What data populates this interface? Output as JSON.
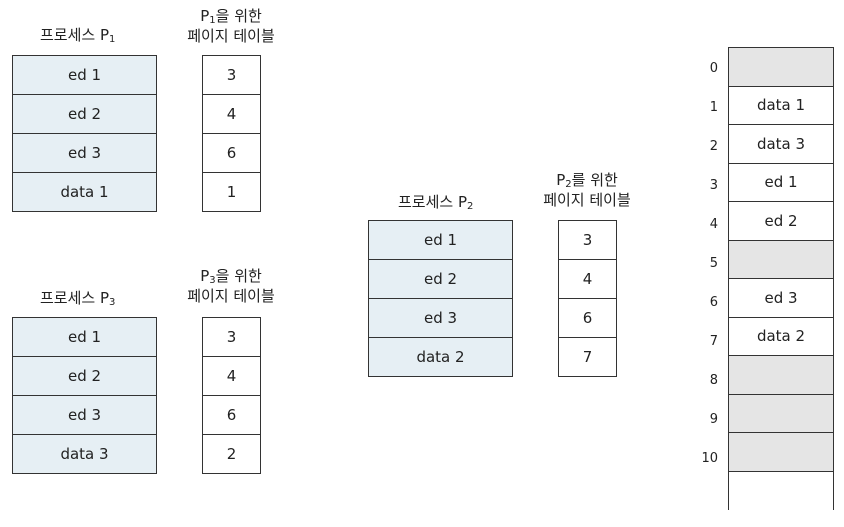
{
  "processes": [
    {
      "id": "p1",
      "title_prefix": "프로세스 P",
      "title_sub": "1",
      "pages": [
        "ed 1",
        "ed 2",
        "ed 3",
        "data 1"
      ],
      "table_title_prefix": "P",
      "table_title_sub": "1",
      "table_title_line1_suffix": "을 위한",
      "table_title_line2": "페이지 테이블",
      "frames": [
        "3",
        "4",
        "6",
        "1"
      ]
    },
    {
      "id": "p3",
      "title_prefix": "프로세스 P",
      "title_sub": "3",
      "pages": [
        "ed 1",
        "ed 2",
        "ed 3",
        "data 3"
      ],
      "table_title_prefix": "P",
      "table_title_sub": "3",
      "table_title_line1_suffix": "을 위한",
      "table_title_line2": "페이지 테이블",
      "frames": [
        "3",
        "4",
        "6",
        "2"
      ]
    },
    {
      "id": "p2",
      "title_prefix": "프로세스 P",
      "title_sub": "2",
      "pages": [
        "ed 1",
        "ed 2",
        "ed 3",
        "data 2"
      ],
      "table_title_prefix": "P",
      "table_title_sub": "2",
      "table_title_line1_suffix": "를 위한",
      "table_title_line2": "페이지 테이블",
      "frames": [
        "3",
        "4",
        "6",
        "7"
      ]
    }
  ],
  "memory": {
    "frames": [
      {
        "index": "0",
        "content": ""
      },
      {
        "index": "1",
        "content": "data 1"
      },
      {
        "index": "2",
        "content": "data 3"
      },
      {
        "index": "3",
        "content": "ed 1"
      },
      {
        "index": "4",
        "content": "ed 2"
      },
      {
        "index": "5",
        "content": ""
      },
      {
        "index": "6",
        "content": "ed 3"
      },
      {
        "index": "7",
        "content": "data 2"
      },
      {
        "index": "8",
        "content": ""
      },
      {
        "index": "9",
        "content": ""
      },
      {
        "index": "10",
        "content": ""
      }
    ]
  }
}
